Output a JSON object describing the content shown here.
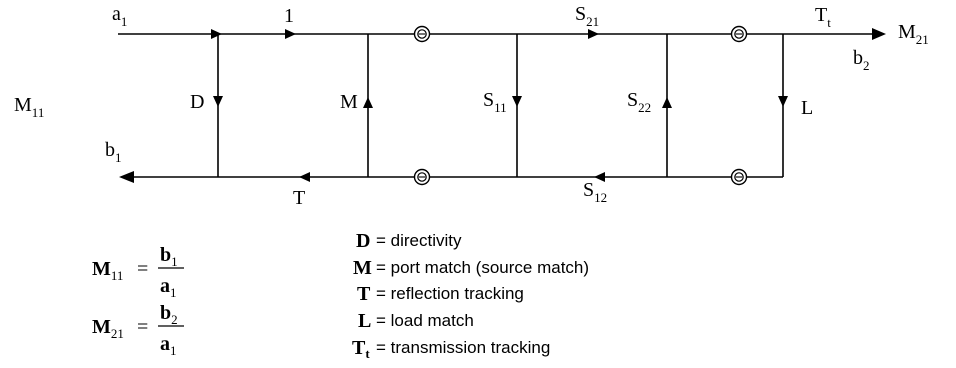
{
  "nodes": {
    "a1": {
      "main": "a",
      "sub": "1"
    },
    "one": "1",
    "S21": {
      "main": "S",
      "sub": "21"
    },
    "Tt": {
      "main": "T",
      "sub": "t"
    },
    "M21": {
      "main": "M",
      "sub": "21"
    },
    "b2": {
      "main": "b",
      "sub": "2"
    },
    "M11": {
      "main": "M",
      "sub": "11"
    },
    "D": "D",
    "M": "M",
    "S11": {
      "main": "S",
      "sub": "11"
    },
    "S22": {
      "main": "S",
      "sub": "22"
    },
    "L": "L",
    "b1": {
      "main": "b",
      "sub": "1"
    },
    "T": "T",
    "S12": {
      "main": "S",
      "sub": "12"
    }
  },
  "equations": [
    {
      "lhs": "M",
      "lhs_sub": "11",
      "eq": "=",
      "num": "b",
      "num_sub": "1",
      "den": "a",
      "den_sub": "1"
    },
    {
      "lhs": "M",
      "lhs_sub": "21",
      "eq": "=",
      "num": "b",
      "num_sub": "2",
      "den": "a",
      "den_sub": "1"
    }
  ],
  "legend": [
    {
      "symbol": "D",
      "symbol_sub": "",
      "text": "= directivity"
    },
    {
      "symbol": "M",
      "symbol_sub": "",
      "text": "= port match (source match)"
    },
    {
      "symbol": "T",
      "symbol_sub": "",
      "text": "= reflection tracking"
    },
    {
      "symbol": "L",
      "symbol_sub": "",
      "text": "= load match"
    },
    {
      "symbol": "T",
      "symbol_sub": "t",
      "text": "= transmission tracking"
    }
  ]
}
